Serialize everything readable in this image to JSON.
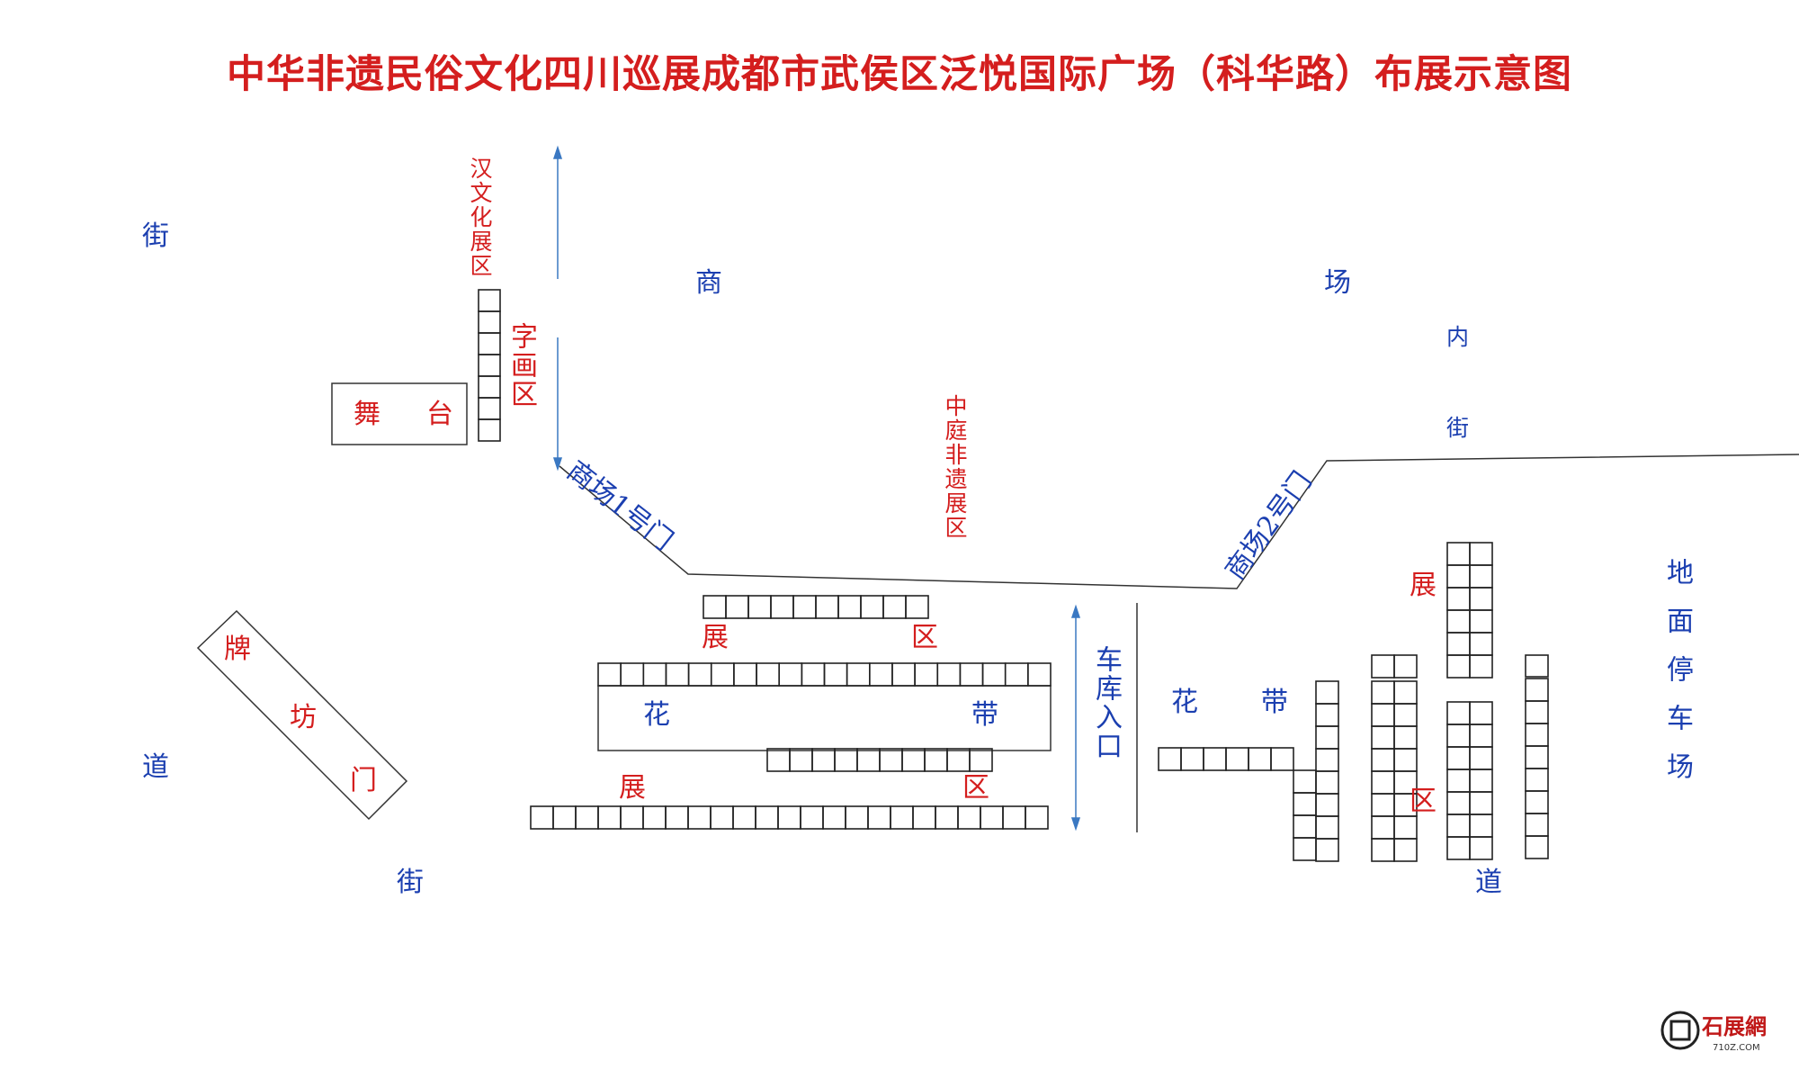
{
  "title": "中华非遗民俗文化四川巡展成都市武侯区泛悦国际广场（科华路）布展示意图",
  "labels": {
    "street_top": "街",
    "street_mid": "道",
    "street_bottom_left": "街",
    "street_bottom_right": "道",
    "mall_shang": "商",
    "mall_chang": "场",
    "inner_nei": "内",
    "inner_jie": "街",
    "han_zone": "汉文化展区",
    "calligraphy_zone": "字画区",
    "stage_wu": "舞",
    "stage_tai": "台",
    "atrium_zone": "中庭非遗展区",
    "gate1": "商场1号门",
    "gate2": "商场2号门",
    "paifang_pai": "牌",
    "paifang_fang": "坊",
    "paifang_men": "门",
    "zhan_left_top": "展",
    "qu_left_top": "区",
    "hua_left": "花",
    "dai_left": "带",
    "zhan_left_bottom": "展",
    "qu_left_bottom": "区",
    "garage_entry": "车库入口",
    "hua_right": "花",
    "dai_right": "带",
    "zhan_right": "展",
    "qu_right": "区",
    "ground_parking": "地面停车场"
  },
  "watermark": {
    "text": "石展網",
    "sub": "710Z.COM"
  },
  "colors": {
    "red": "#d41e1e",
    "blue": "#1b3fb0",
    "line": "#333333",
    "arrow": "#3a78c2"
  }
}
